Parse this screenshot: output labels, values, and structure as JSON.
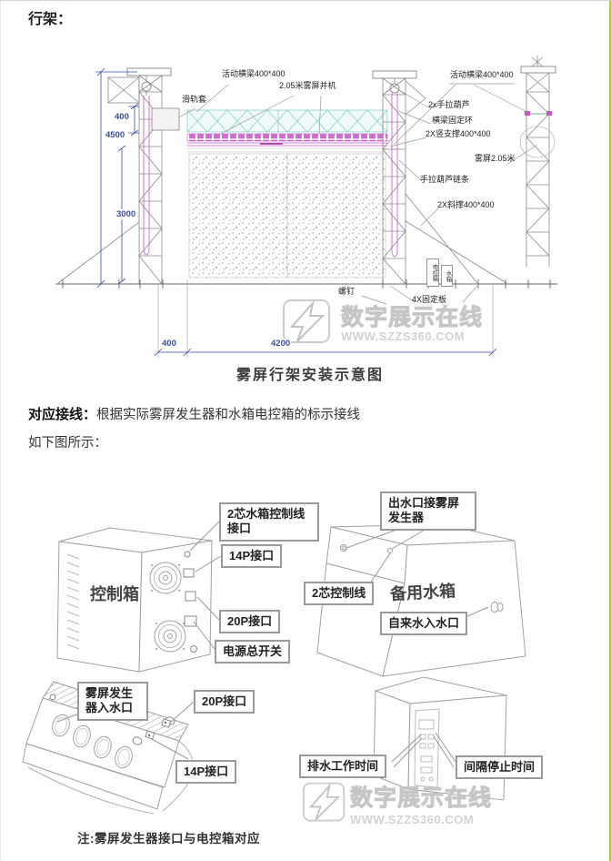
{
  "page": {
    "heading": "行架：",
    "caption1": "雾屏行架安装示意图",
    "para1_bold": "对应接线：",
    "para1_text": "根据实际雾屏发生器和水箱电控箱的标示接线",
    "para2": "如下图所示：",
    "note": "注:雾屏发生器接口与电控箱对应"
  },
  "watermark": {
    "name": "数字展示在线",
    "url": "WWW.SZZS360.COM"
  },
  "diagram1": {
    "labels": {
      "beam_left": "活动横梁400*400",
      "fog_machine": "2.05米雾屏并机",
      "rail_sleeve": "滑轨套",
      "beam_right": "活动横梁400*400",
      "hoist": "2x手拉葫芦",
      "beam_ring": "横梁固定环",
      "vertical_support": "2X竖支撑400*400",
      "fog_screen": "雾屏2.05米",
      "hoist_chain": "手拉葫芦链条",
      "diagonal_support": "2X斜撑400*400",
      "screw": "螺钉",
      "fixing_plate": "4X固定板",
      "control_box_small": "电控箱",
      "water_box_small": "水箱"
    },
    "dims": {
      "d400_beam": "400",
      "d4500": "4500",
      "d3000": "3000",
      "d400_bottom": "400",
      "d4200": "4200"
    },
    "colors": {
      "truss_cyan": "#8fd2c7",
      "machine_magenta": "#cc55cc",
      "dim_navy": "#3a4f9b",
      "border_green": "#b5c93b"
    }
  },
  "diagram2": {
    "control_box": "控制箱",
    "water_tank": "备用水箱",
    "callouts": {
      "tank_ctrl": "2芯水箱控制线接口",
      "p14_top": "14P接口",
      "p20_top": "20P接口",
      "power_switch": "电源总开关",
      "outlet": "出水口接雾屏发生器",
      "ctrl_wire": "2芯控制线",
      "tap_inlet": "自来水入水口",
      "gen_inlet": "雾屏发生器入水口",
      "p20_gen": "20P接口",
      "p14_gen": "14P接口",
      "drain_time": "排水工作时间",
      "interval_time": "间隔停止时间"
    }
  }
}
